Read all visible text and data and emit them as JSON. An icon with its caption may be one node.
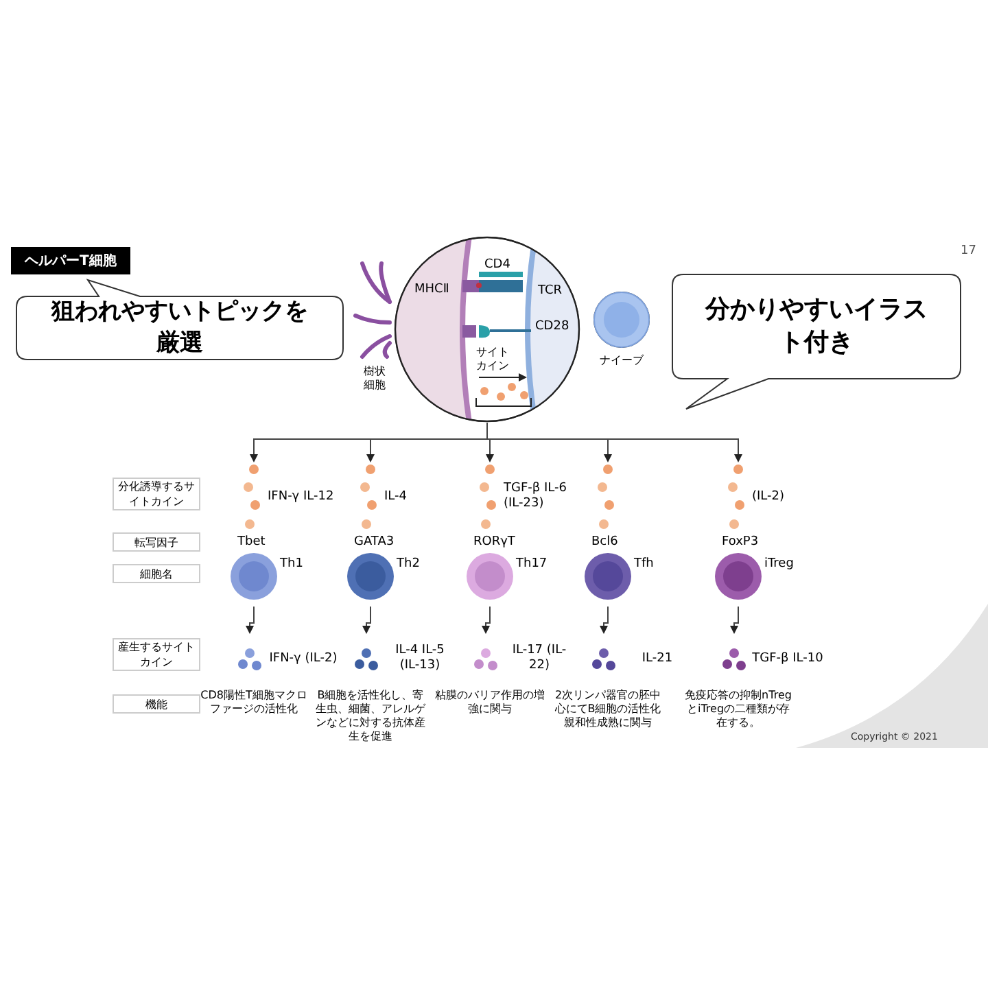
{
  "diagram": {
    "title": "ヘルパーT細胞",
    "nodes": [
      {
        "text": [],
        "shape": "picture",
        "beside": [
          "樹状細胞"
        ]
      },
      {
        "text": [],
        "shape": "circle"
      },
      {
        "text": [],
        "shape": "circle",
        "beside": [
          "ナイーブ"
        ]
      },
      {
        "text": [
          "分化誘導するサイトカイン"
        ]
      },
      {
        "text": [
          "転写因子"
        ]
      },
      {
        "text": [
          "細胞名"
        ]
      },
      {
        "text": [
          "産生するサイトカイン"
        ]
      },
      {
        "text": [
          "機能"
        ]
      },
      {
        "text": [
          "IFN-γ IL-12"
        ]
      },
      {
        "text": [
          "IL-4"
        ]
      },
      {
        "text": [
          "TGF-β IL-6 (IL-23)"
        ]
      },
      {
        "text": [],
        "shape": "picture"
      },
      {
        "text": [
          "(IL-2)"
        ]
      },
      {
        "text": [
          "Th1"
        ]
      },
      {
        "text": [
          "Th2"
        ]
      },
      {
        "text": [
          "Th17"
        ]
      },
      {
        "text": [
          "Tfh"
        ]
      },
      {
        "text": [
          "iTreg"
        ]
      },
      {
        "text": [
          "IFN-γ (IL-2)"
        ]
      },
      {
        "text": [
          "IL-4 IL-5 (IL-13)"
        ]
      },
      {
        "text": [
          "IL-17 (IL-22)"
        ]
      },
      {
        "text": [
          "IL-21"
        ]
      },
      {
        "text": [
          "TGF-β IL-10"
        ]
      },
      {
        "text": [
          "狙われやすいトピックを厳選"
        ]
      },
      {
        "text": [
          "分かりやすいイラスト付き"
        ]
      }
    ],
    "edges": [
      {
        "from": 1,
        "to": 8,
        "arrow": "to"
      },
      {
        "from": 1,
        "to": 9,
        "arrow": "to"
      },
      {
        "from": 1,
        "to": 10,
        "arrow": "to"
      },
      {
        "from": 1,
        "to": 11,
        "arrow": "to"
      },
      {
        "from": 1,
        "to": 12,
        "arrow": "to"
      },
      {
        "from": 13,
        "to": 18,
        "arrow": "to"
      },
      {
        "from": 14,
        "to": 19,
        "arrow": "to"
      },
      {
        "from": 15,
        "to": 20,
        "arrow": "to"
      },
      {
        "from": 16,
        "to": 21,
        "arrow": "to"
      },
      {
        "from": 17,
        "to": 22,
        "arrow": "to"
      }
    ],
    "labels": [
      "17",
      "CD4",
      "MHCⅡ",
      "TCR",
      "CD28",
      "サイトカイン",
      "Tbet",
      "GATA3",
      "RORγT",
      "Bcl6",
      "FoxP3",
      "CD8陽性T細胞マクロファージの活性化",
      "B細胞を活性化し、寄生虫、細菌、アレルゲンなどに対する抗体産生を促進",
      "粘膜のバリア作用の増強に関与",
      "2次リンパ器官の胚中心にてB細胞の活性化親和性成熟に関与",
      "免疫応答の抑制nTregとiTregの二種類が存在する。",
      "Copyright © 2021"
    ]
  }
}
